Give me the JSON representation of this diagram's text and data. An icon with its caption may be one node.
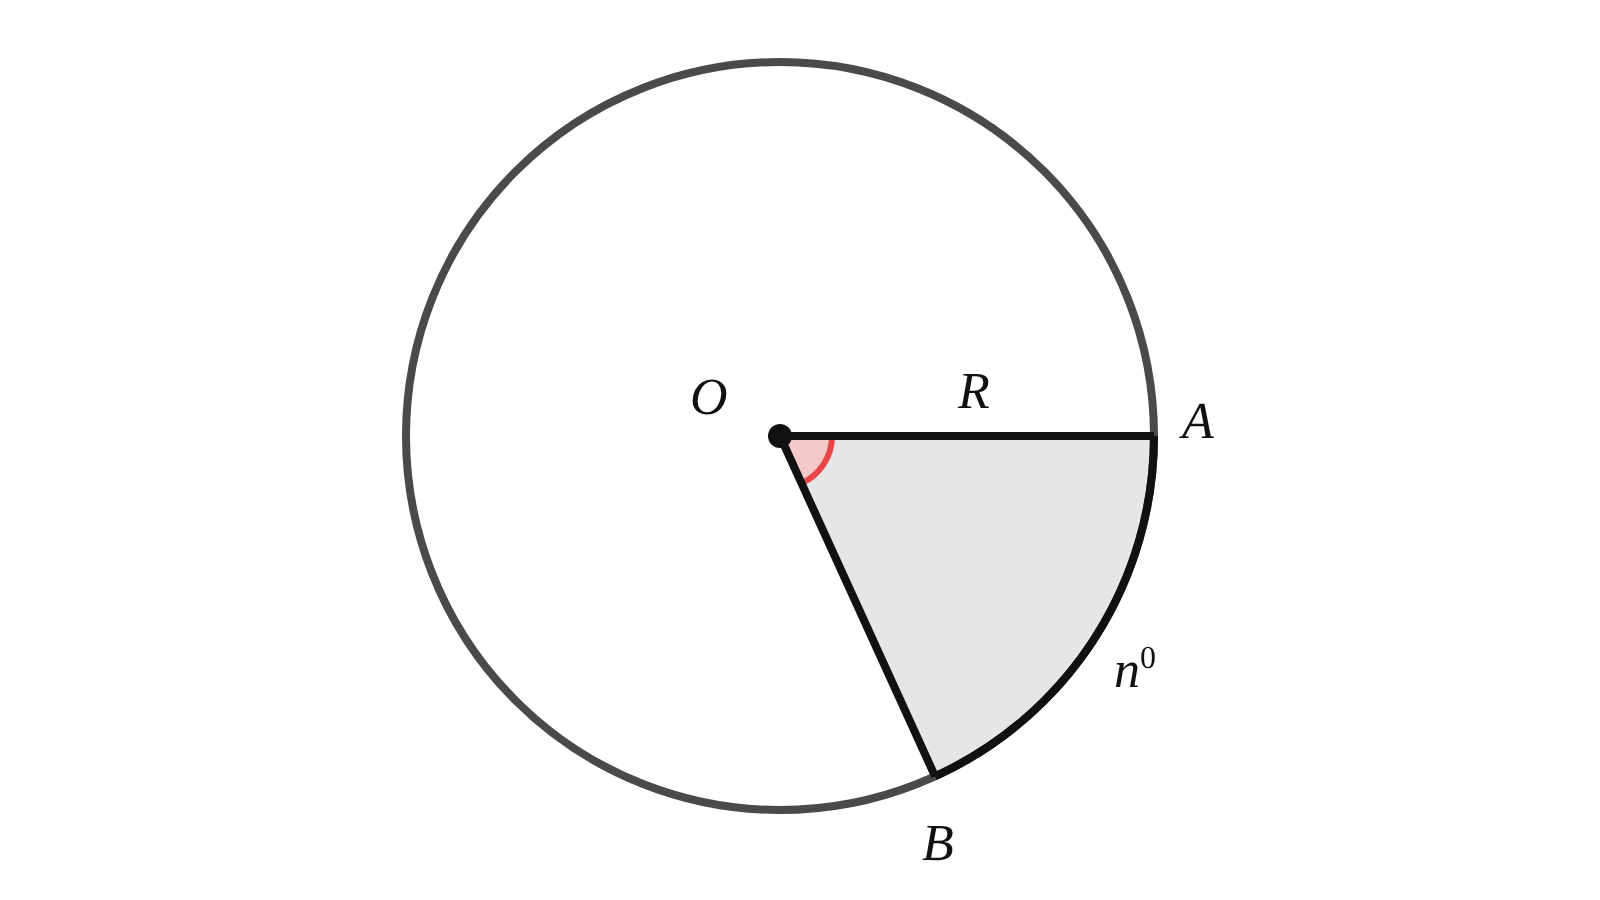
{
  "diagram": {
    "labels": [
      "O",
      "R",
      "A",
      "n$^{0}$",
      "B"
    ]
  }
}
